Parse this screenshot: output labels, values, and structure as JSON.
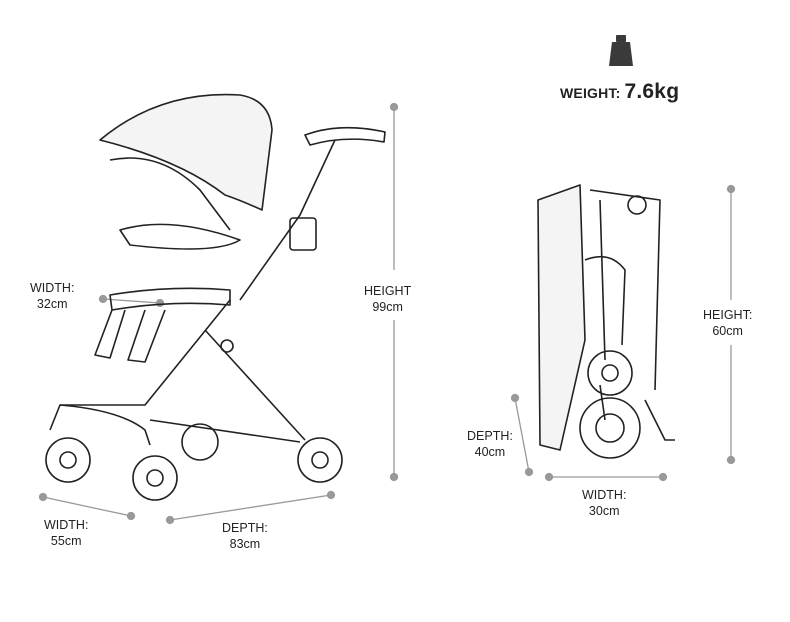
{
  "weight": {
    "label": "WEIGHT:",
    "value": "7.6kg",
    "icon": "weight-icon"
  },
  "unfolded": {
    "seat_width": {
      "label": "WIDTH:",
      "value": "32cm"
    },
    "height": {
      "label": "HEIGHT",
      "value": "99cm"
    },
    "width": {
      "label": "WIDTH:",
      "value": "55cm"
    },
    "depth": {
      "label": "DEPTH:",
      "value": "83cm"
    }
  },
  "folded": {
    "height": {
      "label": "HEIGHT:",
      "value": "60cm"
    },
    "depth": {
      "label": "DEPTH:",
      "value": "40cm"
    },
    "width": {
      "label": "WIDTH:",
      "value": "30cm"
    }
  },
  "colors": {
    "line": "#999999",
    "ink": "#222222",
    "icon": "#3a3a3a"
  }
}
